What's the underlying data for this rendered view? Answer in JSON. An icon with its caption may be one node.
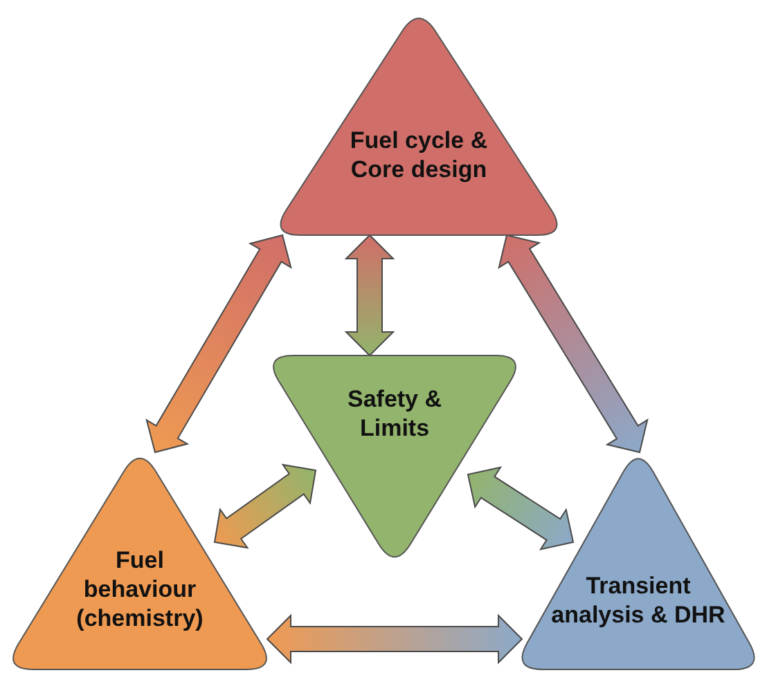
{
  "diagram": {
    "nodes": [
      {
        "text": [
          "Fuel cycle & Core design"
        ]
      },
      {
        "text": [
          "Safety & Limits"
        ]
      },
      {
        "text": [
          "Fuel behaviour (chemistry)"
        ]
      },
      {
        "text": [
          "Transient analysis & DHR"
        ]
      }
    ],
    "edges": [
      {
        "from": 0,
        "to": 1,
        "arrow": "both",
        "style": "thick"
      },
      {
        "from": 0,
        "to": 2,
        "arrow": "both",
        "style": "thick"
      },
      {
        "from": 0,
        "to": 3,
        "arrow": "both",
        "style": "thick"
      },
      {
        "from": 1,
        "to": 2,
        "arrow": "both",
        "style": "thick"
      },
      {
        "from": 1,
        "to": 3,
        "arrow": "both",
        "style": "thick"
      },
      {
        "from": 2,
        "to": 3,
        "arrow": "both",
        "style": "thick"
      }
    ]
  }
}
